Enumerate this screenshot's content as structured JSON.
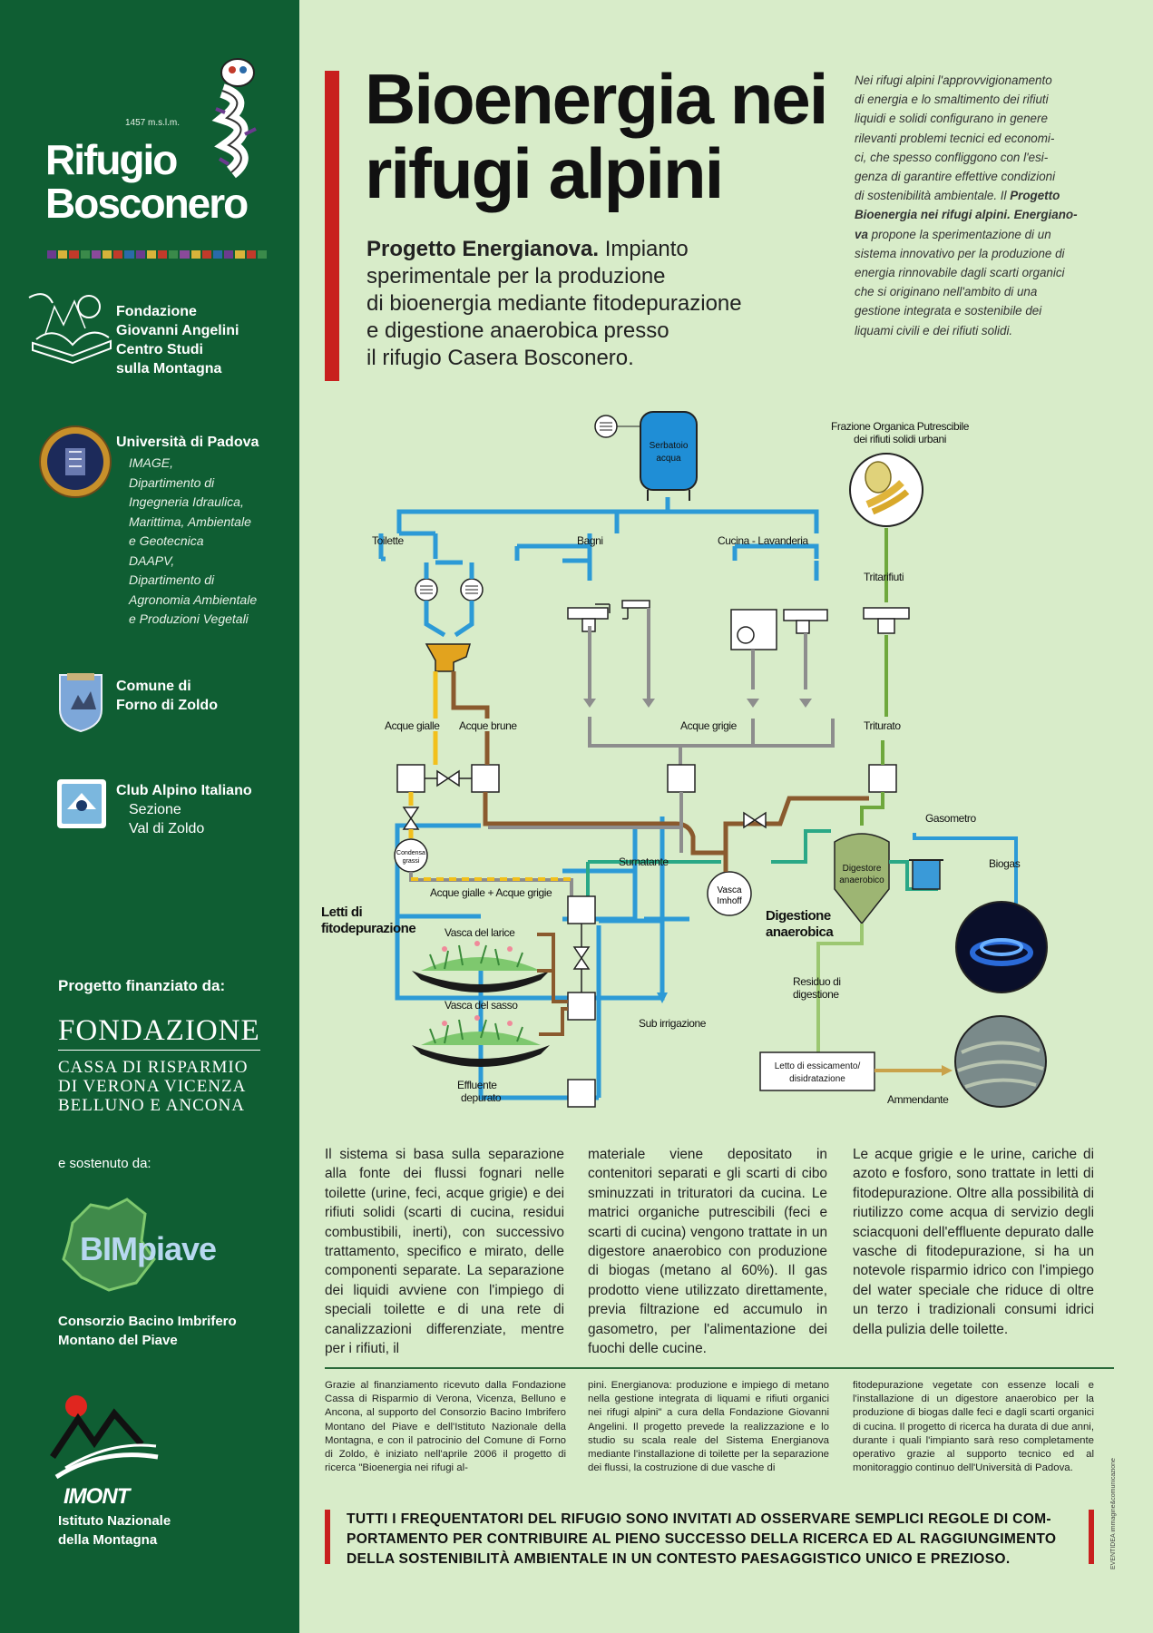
{
  "sidebar": {
    "altitude": "1457 m.s.l.m.",
    "logo_line1": "Rifugio",
    "logo_line2": "Bosconero",
    "stripe_colors": [
      "#6b3b8f",
      "#d8b43a",
      "#c23a2a",
      "#3a8a4a",
      "#8a4a9a",
      "#d8b43a",
      "#c23a2a",
      "#2a6aa8",
      "#6b3b8f",
      "#d8b43a",
      "#c23a2a",
      "#3a8a4a",
      "#8a4a9a",
      "#d8b43a",
      "#c23a2a",
      "#2a6aa8",
      "#6b3b8f",
      "#d8b43a",
      "#c23a2a",
      "#3a8a4a"
    ],
    "fondazione": {
      "lines": [
        "Fondazione",
        "Giovanni Angelini",
        "Centro Studi",
        "sulla Montagna"
      ]
    },
    "universita": {
      "title": "Università di Padova",
      "lines": [
        "IMAGE,",
        "Dipartimento di",
        "Ingegneria Idraulica,",
        "Marittima, Ambientale",
        "e Geotecnica",
        "DAAPV,",
        "Dipartimento di",
        "Agronomia Ambientale",
        "e Produzioni Vegetali"
      ]
    },
    "comune": {
      "lines": [
        "Comune di",
        "Forno di Zoldo"
      ]
    },
    "cai": {
      "title": "Club Alpino Italiano",
      "lines": [
        "Sezione",
        "Val di Zoldo"
      ]
    },
    "financed_label": "Progetto finanziato da:",
    "fondazione_cassa": {
      "big": "FONDAZIONE",
      "lines": [
        "CASSA DI RISPARMIO",
        "DI VERONA VICENZA",
        "BELLUNO E ANCONA"
      ]
    },
    "supported_label": "e sostenuto da:",
    "bim_logo_text": "BIMpiave",
    "bim_lines": [
      "Consorzio Bacino Imbrifero",
      "Montano del Piave"
    ],
    "imont_logo_text": "IMONT",
    "imont_lines": [
      "Istituto Nazionale",
      "della Montagna"
    ]
  },
  "header": {
    "title_line1": "Bioenergia nei",
    "title_line2": "rifugi alpini",
    "subtitle_bold": "Progetto Energianova.",
    "subtitle_lines": [
      " Impianto",
      "sperimentale per la produzione",
      "di bioenergia mediante fitodepurazione",
      "e digestione anaerobica presso",
      "il rifugio Casera Bosconero."
    ],
    "intro_lines": [
      "Nei rifugi alpini l'approvvigionamento",
      "di energia e lo smaltimento dei rifiuti",
      "liquidi e solidi configurano in genere",
      "rilevanti problemi tecnici ed economi-",
      "ci, che spesso confliggono con l'esi-",
      "genza di garantire effettive condizioni",
      "di sostenibilità ambientale. Il ",
      "Bioenergia nei rifugi alpini. Energiano-",
      "va",
      " propone la sperimentazione di un",
      "sistema innovativo per la produzione di",
      "energia rinnovabile dagli scarti organici",
      "che si originano nell'ambito di una",
      "gestione integrata e sostenibile dei",
      "liquami civili e dei rifiuti solidi."
    ],
    "intro_bold_1": "Progetto"
  },
  "diagram": {
    "serbatoio": "Serbatoio acqua",
    "serbatoio_l1": "Serbatoio",
    "serbatoio_l2": "acqua",
    "frazione_l1": "Frazione Organica Putrescibile",
    "frazione_l2": "dei rifiuti solidi urbani",
    "toilette": "Toilette",
    "bagni": "Bagni",
    "cucina": "Cucina - Lavanderia",
    "tritarifiuti": "Tritarifiuti",
    "acque_gialle": "Acque gialle",
    "acque_brune": "Acque brune",
    "acque_grigie": "Acque grigie",
    "triturato": "Triturato",
    "gasometro": "Gasometro",
    "biogas": "Biogas",
    "condensa_l1": "Condensa",
    "condensa_l2": "grassi",
    "surnatante": "Surnatante",
    "acque_mix": "Acque gialle + Acque grigie",
    "vasca_imhoff_l1": "Vasca",
    "vasca_imhoff_l2": "Imhoff",
    "digestore_l1": "Digestore",
    "digestore_l2": "anaerobico",
    "letti_l1": "Letti di",
    "letti_l2": "fitodepurazione",
    "vasca_larice": "Vasca del larice",
    "vasca_sasso": "Vasca del sasso",
    "digestione_l1": "Digestione",
    "digestione_l2": "anaerobica",
    "residuo_l1": "Residuo di",
    "residuo_l2": "digestione",
    "sub_irrigazione": "Sub irrigazione",
    "effluente_l1": "Effluente",
    "effluente_l2": "depurato",
    "letto_l1": "Letto di essicamento/",
    "letto_l2": "disidratazione",
    "ammendante": "Ammendante",
    "colors": {
      "blue": "#2c9ad6",
      "gray": "#8d8d8d",
      "yellow": "#f2c01c",
      "brown": "#8a5a2e",
      "green": "#6ea83c",
      "teal": "#2aa886",
      "lightgreen": "#9cc771"
    }
  },
  "body": {
    "col1": "Il sistema si basa sulla separazione alla fonte dei flussi fognari nelle toilette (urine, feci, acque grigie) e dei rifiuti solidi (scarti di cucina, residui combustibili, inerti), con successivo trattamento, specifico e mirato, delle componenti separate. La separazione dei liquidi avviene con l'impiego di speciali toilette e di una rete di canalizzazioni differenziate, mentre per i rifiuti, il",
    "col2": "materiale viene depositato in contenitori separati e gli scarti di cibo sminuzzati in trituratori da cucina. Le matrici organiche putrescibili (feci e scarti di cucina) vengono trattate in un digestore anaerobico con produzione di biogas (metano al 60%). Il gas prodotto viene utilizzato direttamente, previa filtrazione ed accumulo in gasometro, per l'alimentazione dei fuochi delle cucine.",
    "col3": "Le acque grigie e le urine, cariche di azoto e fosforo, sono trattate in letti di fitodepurazione. Oltre alla possibilità di riutilizzo come acqua di servizio degli sciacquoni dell'effluente depurato dalle vasche di fitodepurazione, si ha un notevole risparmio idrico con l'impiego del water speciale che riduce di oltre un terzo i tradizionali consumi idrici della pulizia delle toilette."
  },
  "notes": {
    "n1": "Grazie al finanziamento ricevuto dalla Fondazione Cassa di Risparmio di Verona, Vicenza, Belluno e Ancona, al supporto del Consorzio Bacino Imbrifero Montano del Piave e dell'Istituto Nazionale della Montagna, e con il patrocinio del Comune di Forno di Zoldo, è iniziato nell'aprile 2006 il progetto di ricerca \"Bioenergia nei rifugi al-",
    "n2": "pini. Energianova: produzione e impiego di metano nella gestione integrata di liquami e rifiuti organici nei rifugi alpini\" a cura della Fondazione Giovanni Angelini. Il progetto prevede la realizzazione e lo studio su scala reale del Sistema Energianova mediante l'installazione di toilette per la separazione dei flussi, la costruzione di due vasche di",
    "n3": "fitodepurazione vegetate con essenze locali e l'installazione di un digestore anaerobico per la produzione di biogas dalle feci e dagli scarti organici di cucina. Il progetto di ricerca ha durata di due anni, durante i quali l'impianto sarà reso completamente operativo grazie al supporto tecnico ed al monitoraggio continuo dell'Università di Padova."
  },
  "footer": {
    "lines": [
      "TUTTI I FREQUENTATORI DEL RIFUGIO SONO INVITATI AD OSSERVARE SEMPLICI REGOLE DI COM-",
      "PORTAMENTO PER CONTRIBUIRE AL PIENO SUCCESSO DELLA RICERCA ED AL RAGGIUNGIMENTO",
      "DELLA SOSTENIBILITÀ AMBIENTALE IN UN CONTESTO PAESAGGISTICO UNICO E PREZIOSO."
    ],
    "credit": "EVENTIDEA immagine&comunicazione"
  }
}
